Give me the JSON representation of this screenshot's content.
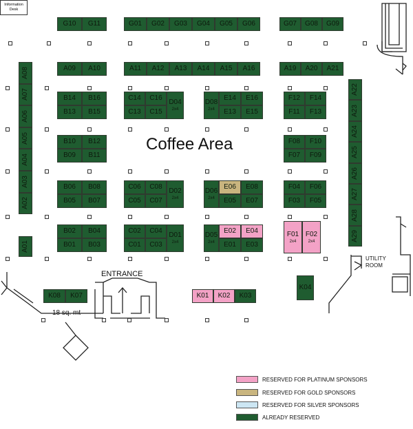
{
  "labels": {
    "coffee_area": "Coffee Area",
    "entrance": "ENTRANCE",
    "area_note": "18 sq. mt",
    "utility_room_line1": "UTILITY",
    "utility_room_line2": "ROOM",
    "info_desk_line1": "Information",
    "info_desk_line2": "Desk"
  },
  "colors": {
    "reserved": "#1f5c30",
    "platinum": "#f3a2c6",
    "gold": "#c9b57f",
    "silver": "#cce6f3"
  },
  "legend": [
    {
      "status": "platinum",
      "label": "RESERVED FOR PLATINUM SPONSORS"
    },
    {
      "status": "gold",
      "label": "RESERVED FOR GOLD SPONSORS"
    },
    {
      "status": "silver",
      "label": "RESERVED FOR SILVER SPONSORS"
    },
    {
      "status": "reserved",
      "label": "ALREADY RESERVED"
    }
  ],
  "booths": [
    {
      "id": "G10",
      "status": "reserved"
    },
    {
      "id": "G11",
      "status": "reserved"
    },
    {
      "id": "G01",
      "status": "reserved"
    },
    {
      "id": "G02",
      "status": "reserved"
    },
    {
      "id": "G03",
      "status": "reserved"
    },
    {
      "id": "G04",
      "status": "reserved"
    },
    {
      "id": "G05",
      "status": "reserved"
    },
    {
      "id": "G06",
      "status": "reserved"
    },
    {
      "id": "G07",
      "status": "reserved"
    },
    {
      "id": "G08",
      "status": "reserved"
    },
    {
      "id": "G09",
      "status": "reserved"
    },
    {
      "id": "A09",
      "status": "reserved"
    },
    {
      "id": "A10",
      "status": "reserved"
    },
    {
      "id": "A11",
      "status": "reserved"
    },
    {
      "id": "A12",
      "status": "reserved"
    },
    {
      "id": "A13",
      "status": "reserved"
    },
    {
      "id": "A14",
      "status": "reserved"
    },
    {
      "id": "A15",
      "status": "reserved"
    },
    {
      "id": "A16",
      "status": "reserved"
    },
    {
      "id": "A19",
      "status": "reserved"
    },
    {
      "id": "A20",
      "status": "reserved"
    },
    {
      "id": "A21",
      "status": "reserved"
    },
    {
      "id": "A08",
      "status": "reserved"
    },
    {
      "id": "A07",
      "status": "reserved"
    },
    {
      "id": "A06",
      "status": "reserved"
    },
    {
      "id": "A05",
      "status": "reserved"
    },
    {
      "id": "A04",
      "status": "reserved"
    },
    {
      "id": "A03",
      "status": "reserved"
    },
    {
      "id": "A02",
      "status": "reserved"
    },
    {
      "id": "A01",
      "status": "reserved"
    },
    {
      "id": "A22",
      "status": "reserved"
    },
    {
      "id": "A23",
      "status": "reserved"
    },
    {
      "id": "A24",
      "status": "reserved"
    },
    {
      "id": "A25",
      "status": "reserved"
    },
    {
      "id": "A26",
      "status": "reserved"
    },
    {
      "id": "A27",
      "status": "reserved"
    },
    {
      "id": "A28",
      "status": "reserved"
    },
    {
      "id": "A29",
      "status": "reserved"
    },
    {
      "id": "B14",
      "status": "reserved"
    },
    {
      "id": "B16",
      "status": "reserved"
    },
    {
      "id": "B13",
      "status": "reserved"
    },
    {
      "id": "B15",
      "status": "reserved"
    },
    {
      "id": "B10",
      "status": "reserved"
    },
    {
      "id": "B12",
      "status": "reserved"
    },
    {
      "id": "B09",
      "status": "reserved"
    },
    {
      "id": "B11",
      "status": "reserved"
    },
    {
      "id": "B06",
      "status": "reserved"
    },
    {
      "id": "B08",
      "status": "reserved"
    },
    {
      "id": "B05",
      "status": "reserved"
    },
    {
      "id": "B07",
      "status": "reserved"
    },
    {
      "id": "B02",
      "status": "reserved"
    },
    {
      "id": "B04",
      "status": "reserved"
    },
    {
      "id": "B01",
      "status": "reserved"
    },
    {
      "id": "B03",
      "status": "reserved"
    },
    {
      "id": "C14",
      "status": "reserved"
    },
    {
      "id": "C16",
      "status": "reserved"
    },
    {
      "id": "C13",
      "status": "reserved"
    },
    {
      "id": "C15",
      "status": "reserved"
    },
    {
      "id": "D04",
      "status": "reserved",
      "size": "2x4"
    },
    {
      "id": "C06",
      "status": "reserved"
    },
    {
      "id": "C08",
      "status": "reserved"
    },
    {
      "id": "C05",
      "status": "reserved"
    },
    {
      "id": "C07",
      "status": "reserved"
    },
    {
      "id": "D02",
      "status": "reserved",
      "size": "2x4"
    },
    {
      "id": "C02",
      "status": "reserved"
    },
    {
      "id": "C04",
      "status": "reserved"
    },
    {
      "id": "C01",
      "status": "reserved"
    },
    {
      "id": "C03",
      "status": "reserved"
    },
    {
      "id": "D01",
      "status": "reserved",
      "size": "2x4"
    },
    {
      "id": "D08",
      "status": "reserved",
      "size": "2x4"
    },
    {
      "id": "E14",
      "status": "reserved"
    },
    {
      "id": "E16",
      "status": "reserved"
    },
    {
      "id": "E13",
      "status": "reserved"
    },
    {
      "id": "E15",
      "status": "reserved"
    },
    {
      "id": "D06",
      "status": "reserved",
      "size": "2x4"
    },
    {
      "id": "E06",
      "status": "gold"
    },
    {
      "id": "E08",
      "status": "reserved"
    },
    {
      "id": "E05",
      "status": "reserved"
    },
    {
      "id": "E07",
      "status": "reserved"
    },
    {
      "id": "D05",
      "status": "reserved",
      "size": "2x4"
    },
    {
      "id": "E02",
      "status": "platinum"
    },
    {
      "id": "E04",
      "status": "platinum"
    },
    {
      "id": "E01",
      "status": "reserved"
    },
    {
      "id": "E03",
      "status": "reserved"
    },
    {
      "id": "F12",
      "status": "reserved"
    },
    {
      "id": "F14",
      "status": "reserved"
    },
    {
      "id": "F11",
      "status": "reserved"
    },
    {
      "id": "F13",
      "status": "reserved"
    },
    {
      "id": "F08",
      "status": "reserved"
    },
    {
      "id": "F10",
      "status": "reserved"
    },
    {
      "id": "F07",
      "status": "reserved"
    },
    {
      "id": "F09",
      "status": "reserved"
    },
    {
      "id": "F04",
      "status": "reserved"
    },
    {
      "id": "F06",
      "status": "reserved"
    },
    {
      "id": "F03",
      "status": "reserved"
    },
    {
      "id": "F05",
      "status": "reserved"
    },
    {
      "id": "F01",
      "status": "platinum",
      "size": "2x4"
    },
    {
      "id": "F02",
      "status": "platinum",
      "size": "2x4"
    },
    {
      "id": "K08",
      "status": "reserved"
    },
    {
      "id": "K07",
      "status": "reserved"
    },
    {
      "id": "K01",
      "status": "platinum"
    },
    {
      "id": "K02",
      "status": "platinum"
    },
    {
      "id": "K03",
      "status": "reserved"
    },
    {
      "id": "K04",
      "status": "reserved"
    }
  ]
}
